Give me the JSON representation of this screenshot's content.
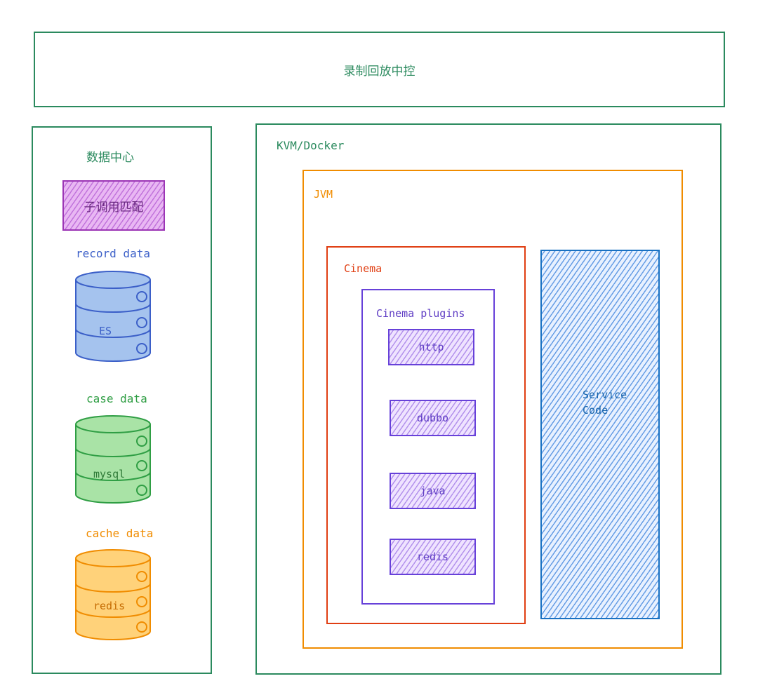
{
  "top": {
    "label": "录制回放中控"
  },
  "data_center": {
    "title": "数据中心",
    "match_label": "子调用匹配",
    "stores": [
      {
        "caption": "record data",
        "db": "ES",
        "color": "#3b5fc8",
        "fill": "#a5c3ee"
      },
      {
        "caption": "case data",
        "db": "mysql",
        "color": "#2f9e44",
        "fill": "#a9e3a6"
      },
      {
        "caption": "cache data",
        "db": "redis",
        "color": "#f08c00",
        "fill": "#ffd27a"
      }
    ]
  },
  "kvm": {
    "label": "KVM/Docker"
  },
  "jvm": {
    "label": "JVM"
  },
  "cinema": {
    "label": "Cinema"
  },
  "plugins": {
    "label": "Cinema plugins",
    "items": [
      "http",
      "dubbo",
      "java",
      "redis"
    ]
  },
  "service": {
    "label_line1": "Service",
    "label_line2": "Code"
  },
  "colors": {
    "green": "#2b8a5e",
    "orange": "#f08c00",
    "red": "#e03e12",
    "purple": "#6741d9",
    "blue": "#1971c2",
    "magenta": "#9c36b5"
  }
}
